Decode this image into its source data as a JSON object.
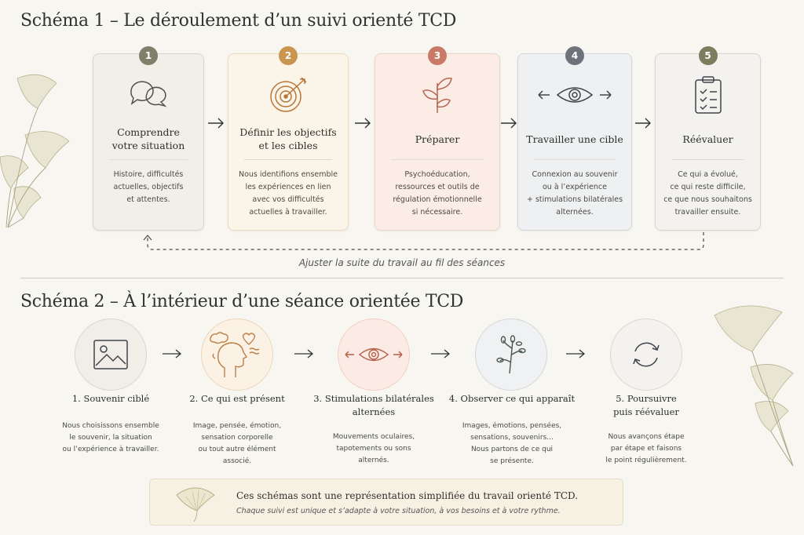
{
  "schema1": {
    "title": "Schéma 1 – Le déroulement d’un suivi orienté TCD",
    "loop_label": "Ajuster la suite du travail au fil des séances",
    "cards": [
      {
        "number": "1",
        "title": "Comprendre\nvotre situation",
        "desc": "Histoire, difficultés\nactuelles, objectifs\net attentes.",
        "icon": "speech-bubbles-icon",
        "color": "#7e8069"
      },
      {
        "number": "2",
        "title": "Définir les objectifs\net les cibles",
        "desc": "Nous identifions ensemble\nles expériences en lien\navec vos difficultés\nactuelles à travailler.",
        "icon": "target-icon",
        "color": "#c9954f"
      },
      {
        "number": "3",
        "title": "Préparer",
        "desc": "Psychoéducation,\nressources et outils de\nrégulation émotionnelle\nsi nécessaire.",
        "icon": "sprout-icon",
        "color": "#c97a66"
      },
      {
        "number": "4",
        "title": "Travailler une cible",
        "desc": "Connexion au souvenir\nou à l’expérience\n+ stimulations bilatérales\nalternées.",
        "icon": "eye-arrows-icon",
        "color": "#6d727b"
      },
      {
        "number": "5",
        "title": "Réévaluer",
        "desc": "Ce qui a évolué,\nce qui reste difficile,\nce que nous souhaitons\ntravailler ensuite.",
        "icon": "clipboard-checklist-icon",
        "color": "#7b7d5f"
      }
    ]
  },
  "schema2": {
    "title": "Schéma 2 – À l’intérieur d’une séance orientée TCD",
    "steps": [
      {
        "title": "1. Souvenir ciblé",
        "desc": "Nous choisissons ensemble\nle souvenir, la situation\nou l’expérience à travailler.",
        "icon": "image-icon"
      },
      {
        "title": "2. Ce qui est présent",
        "desc": "Image, pensée, émotion,\nsensation corporelle\nou tout autre élément\nassocié.",
        "icon": "head-thoughts-icon"
      },
      {
        "title": "3. Stimulations bilatérales\nalternées",
        "desc": "Mouvements oculaires,\ntapotements ou sons\nalternés.",
        "icon": "eye-arrows-icon"
      },
      {
        "title": "4. Observer ce qui apparaît",
        "desc": "Images, émotions, pensées,\nsensations, souvenirs...\nNous partons de ce qui\nse présente.",
        "icon": "branch-icon"
      },
      {
        "title": "5. Poursuivre\npuis réévaluer",
        "desc": "Nous avançons étape\npar étape et faisons\nle point régulièrement.",
        "icon": "cycle-arrows-icon"
      }
    ]
  },
  "note": {
    "line1": "Ces schémas sont une représentation simplifiée du travail orienté TCD.",
    "line2": "Chaque suivi est unique et s’adapte à votre situation, à vos besoins et à votre rythme."
  }
}
